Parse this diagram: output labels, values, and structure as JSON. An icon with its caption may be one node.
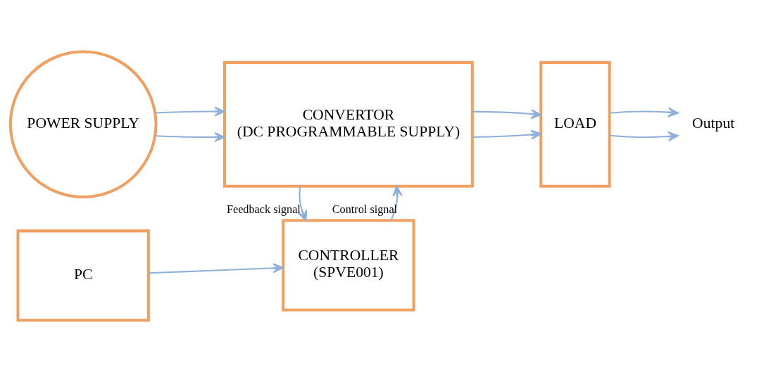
{
  "diagram": {
    "nodes": [
      {
        "text": [
          "PC"
        ]
      },
      {
        "text": [
          "CONTROLLER",
          "(SPVE001)"
        ]
      },
      {
        "text": [
          "POWER SUPPLY"
        ]
      },
      {
        "text": [
          "CONVERTOR",
          "(DC PROGRAMMABLE SUPPLY)"
        ]
      },
      {
        "text": [
          "LOAD"
        ]
      },
      {
        "text": [
          "Output"
        ]
      }
    ],
    "edges": [
      {
        "from": 0,
        "to": 1,
        "arrow": "to"
      },
      {
        "from": 1,
        "to": 3,
        "arrow": "to",
        "label": "Control signal"
      },
      {
        "from": 3,
        "to": 1,
        "arrow": "to",
        "label": "Feedback signal"
      },
      {
        "from": 2,
        "to": 3,
        "arrow": "to"
      },
      {
        "from": 2,
        "to": 3,
        "arrow": "to"
      },
      {
        "from": 3,
        "to": 4,
        "arrow": "to"
      },
      {
        "from": 3,
        "to": 4,
        "arrow": "to"
      },
      {
        "from": 4,
        "to": 5,
        "arrow": "to"
      },
      {
        "from": 4,
        "to": 5,
        "arrow": "to"
      }
    ]
  }
}
